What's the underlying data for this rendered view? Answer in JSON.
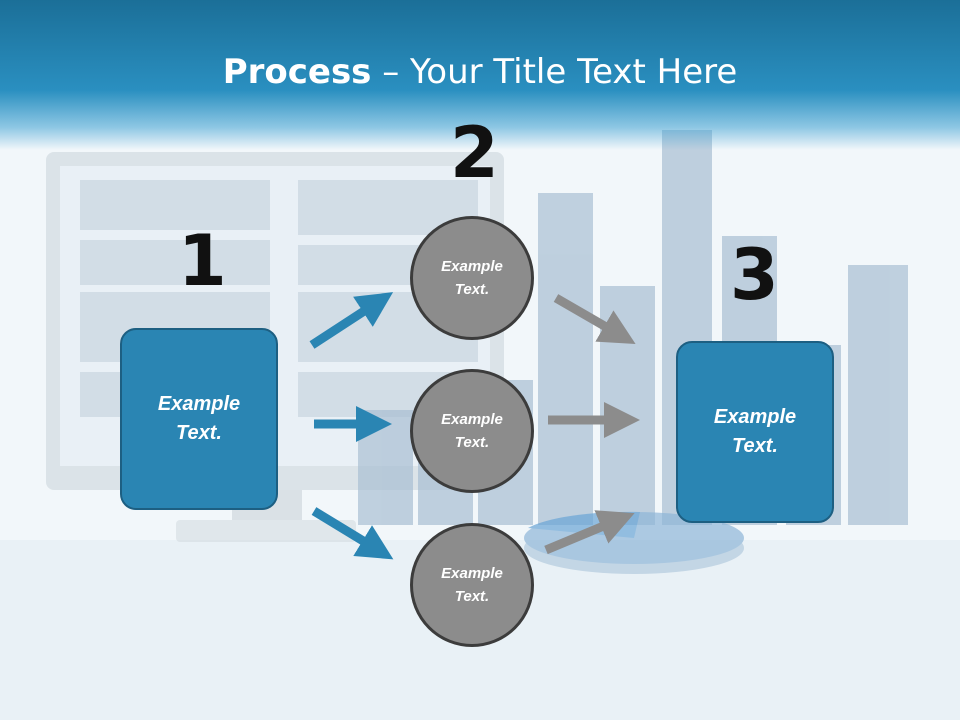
{
  "slide": {
    "title_bold": "Process",
    "title_rest": " – Your Title Text Here",
    "step_numbers": [
      "1",
      "2",
      "3"
    ],
    "left_box": {
      "line1": "Example",
      "line2": "Text."
    },
    "right_box": {
      "line1": "Example",
      "line2": "Text."
    },
    "circles": [
      {
        "line1": "Example",
        "line2": "Text."
      },
      {
        "line1": "Example",
        "line2": "Text."
      },
      {
        "line1": "Example",
        "line2": "Text."
      }
    ]
  },
  "colors": {
    "header": "#2a8fc0",
    "box_fill": "#2a85b3",
    "circle_fill": "#8c8c8c",
    "blue_arrow": "#2a85b3",
    "gray_arrow": "#8c8c8c"
  },
  "icons": [
    "arrow-right-icon"
  ]
}
